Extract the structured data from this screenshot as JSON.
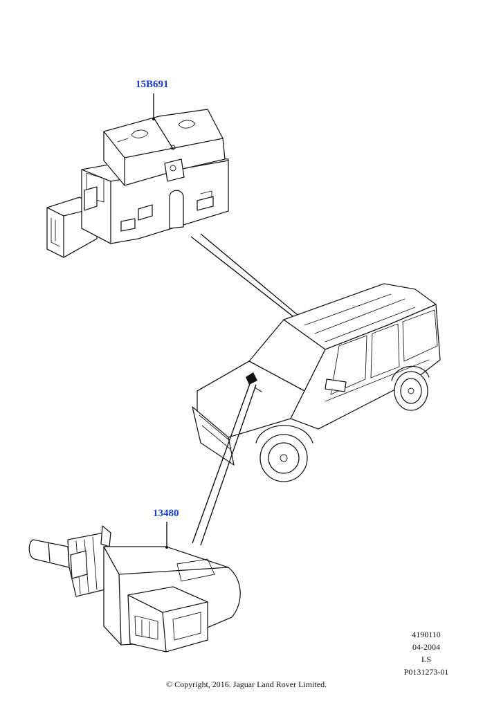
{
  "callouts": {
    "switch": "15B691",
    "sensor": "13480"
  },
  "meta": {
    "line1": "4190110",
    "line2": "04-2004",
    "line3": "LS",
    "line4": "P0131273-01"
  },
  "footer": {
    "copyright": "© Copyright, 2016. Jaguar Land Rover Limited."
  },
  "colors": {
    "callout": "#1a3fd0",
    "line": "#1a1a1a"
  }
}
